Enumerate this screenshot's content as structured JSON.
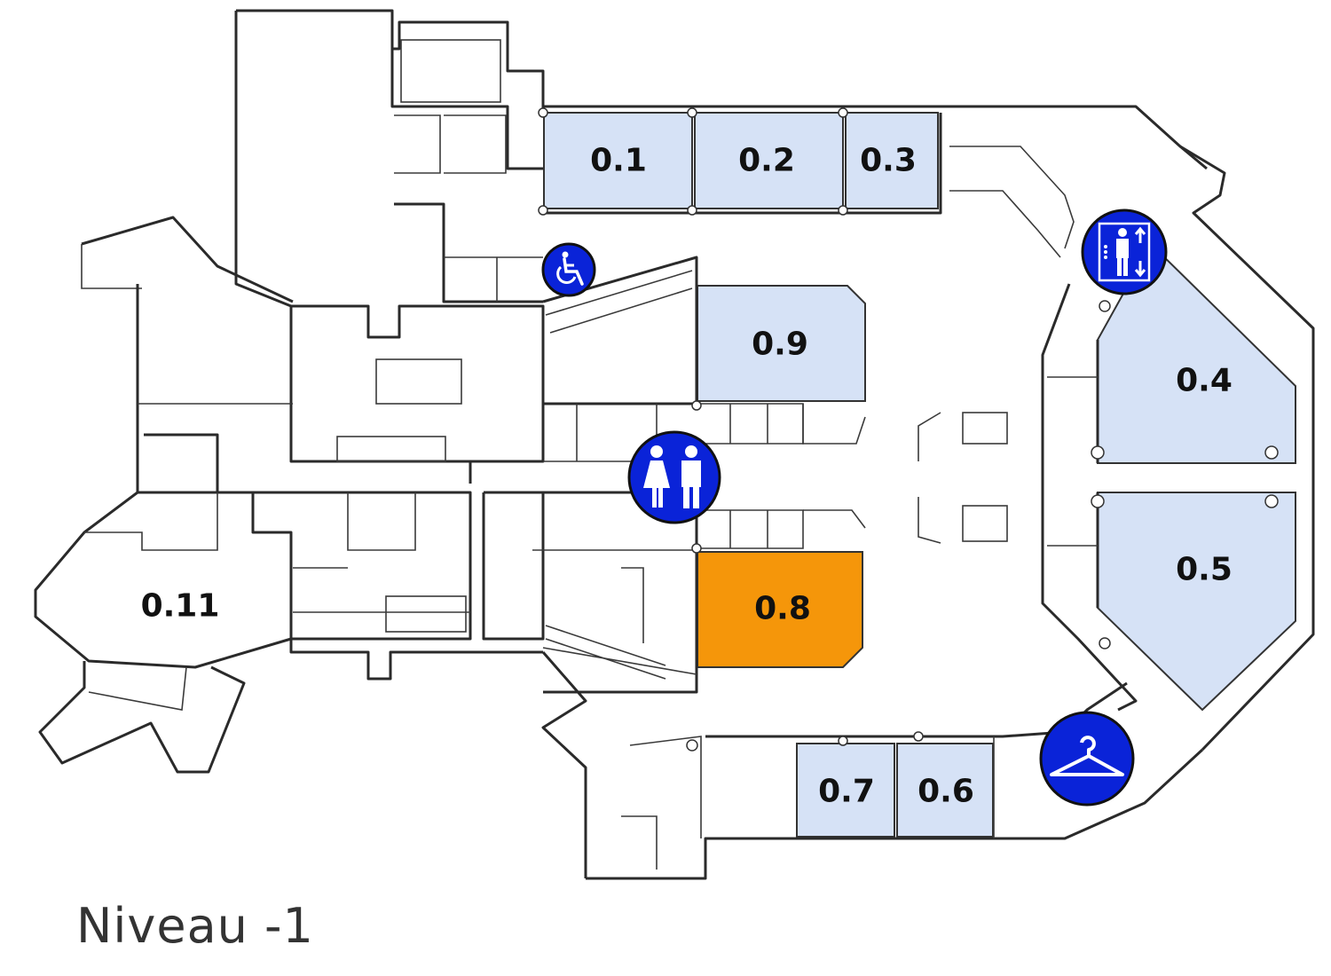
{
  "level_title": "Niveau -1",
  "colors": {
    "room_fill": "#d6e2f6",
    "highlight_fill": "#f5960a",
    "icon_blue": "#0a23d8",
    "wall": "#2a2a2a"
  },
  "rooms": [
    {
      "id": "0.1",
      "label": "0.1",
      "highlighted": false
    },
    {
      "id": "0.2",
      "label": "0.2",
      "highlighted": false
    },
    {
      "id": "0.3",
      "label": "0.3",
      "highlighted": false
    },
    {
      "id": "0.4",
      "label": "0.4",
      "highlighted": false
    },
    {
      "id": "0.5",
      "label": "0.5",
      "highlighted": false
    },
    {
      "id": "0.6",
      "label": "0.6",
      "highlighted": false
    },
    {
      "id": "0.7",
      "label": "0.7",
      "highlighted": false
    },
    {
      "id": "0.8",
      "label": "0.8",
      "highlighted": true
    },
    {
      "id": "0.9",
      "label": "0.9",
      "highlighted": false
    },
    {
      "id": "0.11",
      "label": "0.11",
      "highlighted": false
    }
  ],
  "icons": [
    "wheelchair-icon",
    "elevator-icon",
    "restroom-icon",
    "cloakroom-icon"
  ]
}
